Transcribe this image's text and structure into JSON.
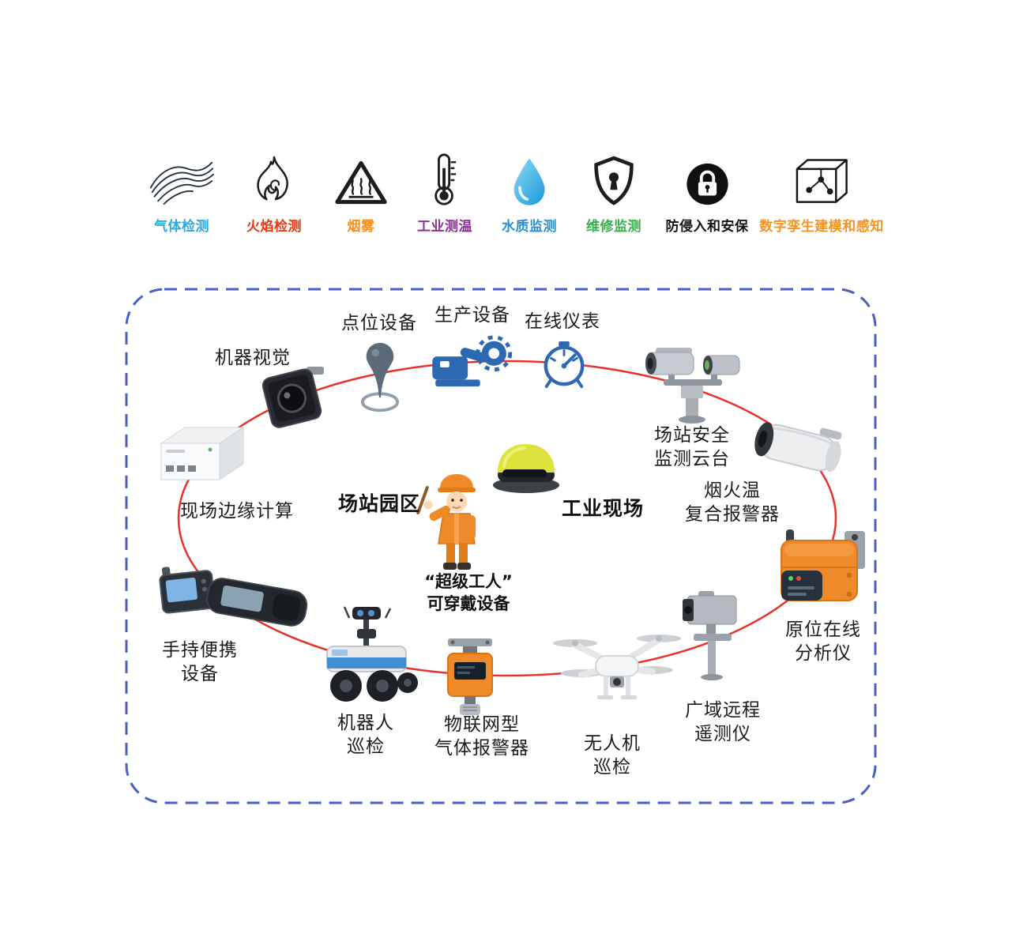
{
  "legend": {
    "items": [
      {
        "label": "气体检测",
        "color": "#29abe2",
        "icon": "gas-waves-icon"
      },
      {
        "label": "火焰检测",
        "color": "#e8380d",
        "icon": "flame-icon"
      },
      {
        "label": "烟雾",
        "color": "#f7931e",
        "icon": "hot-surface-triangle-icon"
      },
      {
        "label": "工业测温",
        "color": "#8a2f90",
        "icon": "thermometer-icon"
      },
      {
        "label": "水质监测",
        "color": "#2b8fd0",
        "icon": "water-drop-icon"
      },
      {
        "label": "维修监测",
        "color": "#35b04a",
        "icon": "shield-keyhole-icon"
      },
      {
        "label": "防侵入和安保",
        "color": "#141414",
        "icon": "padlock-circle-icon"
      },
      {
        "label": "数字孪生建模和感知",
        "color": "#f7931e",
        "icon": "digital-twin-cube-icon"
      }
    ]
  },
  "scene": {
    "colors": {
      "dashed_border": "#4a5fc1",
      "ellipse_stroke": "#e8312a"
    },
    "center": {
      "station_campus": "场站园区",
      "industrial_site": "工业现场",
      "super_worker_quote": "“超级工人”",
      "wearable": "可穿戴设备"
    },
    "nodes": {
      "machine_vision": {
        "label": "机器视觉"
      },
      "point_device": {
        "label": "点位设备"
      },
      "production_device": {
        "label": "生产设备"
      },
      "online_instrument": {
        "label": "在线仪表"
      },
      "station_ptz": {
        "line1": "场站安全",
        "line2": "监测云台"
      },
      "flame_temp_alarm": {
        "line1": "烟火温",
        "line2": "复合报警器"
      },
      "insitu_analyzer": {
        "line1": "原位在线",
        "line2": "分析仪"
      },
      "wide_area_telemetry": {
        "line1": "广域远程",
        "line2": "遥测仪"
      },
      "drone_patrol": {
        "line1": "无人机",
        "line2": "巡检"
      },
      "iot_gas_alarm": {
        "line1": "物联网型",
        "line2": "气体报警器"
      },
      "robot_patrol": {
        "line1": "机器人",
        "line2": "巡检"
      },
      "handheld": {
        "line1": "手持便携",
        "line2": "设备"
      },
      "edge_computing": {
        "label": "现场边缘计算"
      }
    }
  }
}
